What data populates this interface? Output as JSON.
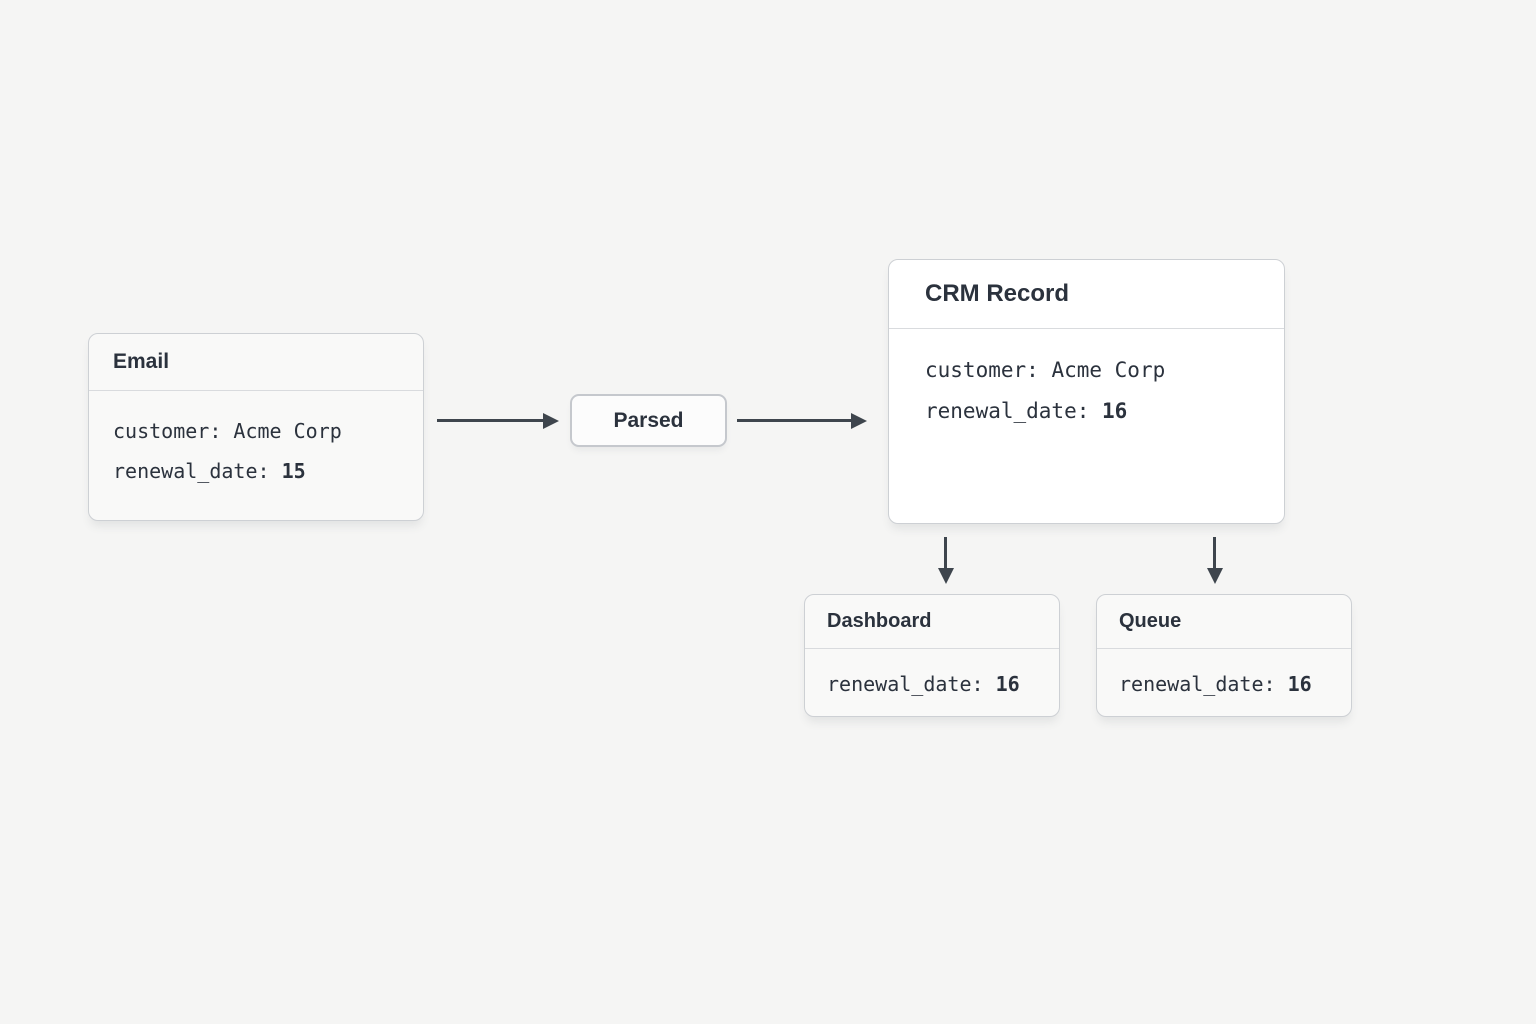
{
  "colors": {
    "canvas_bg": "#f5f5f4",
    "node_bg": "#f9f9f8",
    "crm_node_bg": "#ffffff",
    "node_border": "#cdd0d4",
    "divider": "#d9dbde",
    "text": "#2b323d",
    "arrow": "#3e454d"
  },
  "diagram": {
    "email": {
      "title": "Email",
      "fields": [
        {
          "key": "customer: ",
          "value": "Acme Corp"
        },
        {
          "key": "renewal_date: ",
          "value": "15"
        }
      ]
    },
    "parsed": {
      "label": "Parsed"
    },
    "crm": {
      "title": "CRM Record",
      "fields": [
        {
          "key": "customer: ",
          "value": "Acme Corp"
        },
        {
          "key": "renewal_date: ",
          "value": "16"
        }
      ]
    },
    "dashboard": {
      "title": "Dashboard",
      "fields": [
        {
          "key": "renewal_date: ",
          "value": "16"
        }
      ]
    },
    "queue": {
      "title": "Queue",
      "fields": [
        {
          "key": "renewal_date: ",
          "value": "16"
        }
      ]
    }
  }
}
